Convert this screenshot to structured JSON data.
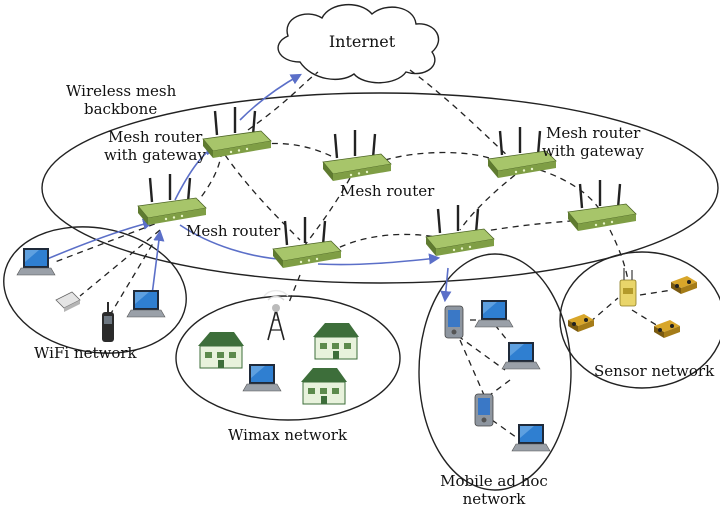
{
  "colors": {
    "link_dashed": "#222222",
    "link_wireless": "#5b6fc8",
    "router_body": "#a7c56a",
    "router_body_dark": "#5f7b30",
    "laptop_screen": "#2f7fd1",
    "device_dark": "#2b2b2b",
    "house_wall": "#e8f2dc",
    "house_roof": "#3d6e3a",
    "sensor_body": "#b98a18",
    "sensor_gateway": "#e9d56a"
  },
  "labels": {
    "internet": "Internet",
    "backbone_line1": "Wireless mesh",
    "backbone_line2": "backbone",
    "gateway_left_line1": "Mesh router",
    "gateway_left_line2": "with gateway",
    "gateway_right_line1": "Mesh router",
    "gateway_right_line2": "with gateway",
    "mesh_router_center": "Mesh router",
    "mesh_router_left": "Mesh router",
    "wifi": "WiFi network",
    "wimax": "Wimax network",
    "adhoc_line1": "Mobile ad hoc",
    "adhoc_line2": "network",
    "sensor": "Sensor network"
  },
  "icons": {
    "cloud": "cloud-icon",
    "router": "wireless-router-icon",
    "laptop": "laptop-icon",
    "pda": "pda-icon",
    "phone": "cordless-phone-icon",
    "tower": "radio-tower-icon",
    "house": "house-icon",
    "sensor": "sensor-node-icon"
  }
}
